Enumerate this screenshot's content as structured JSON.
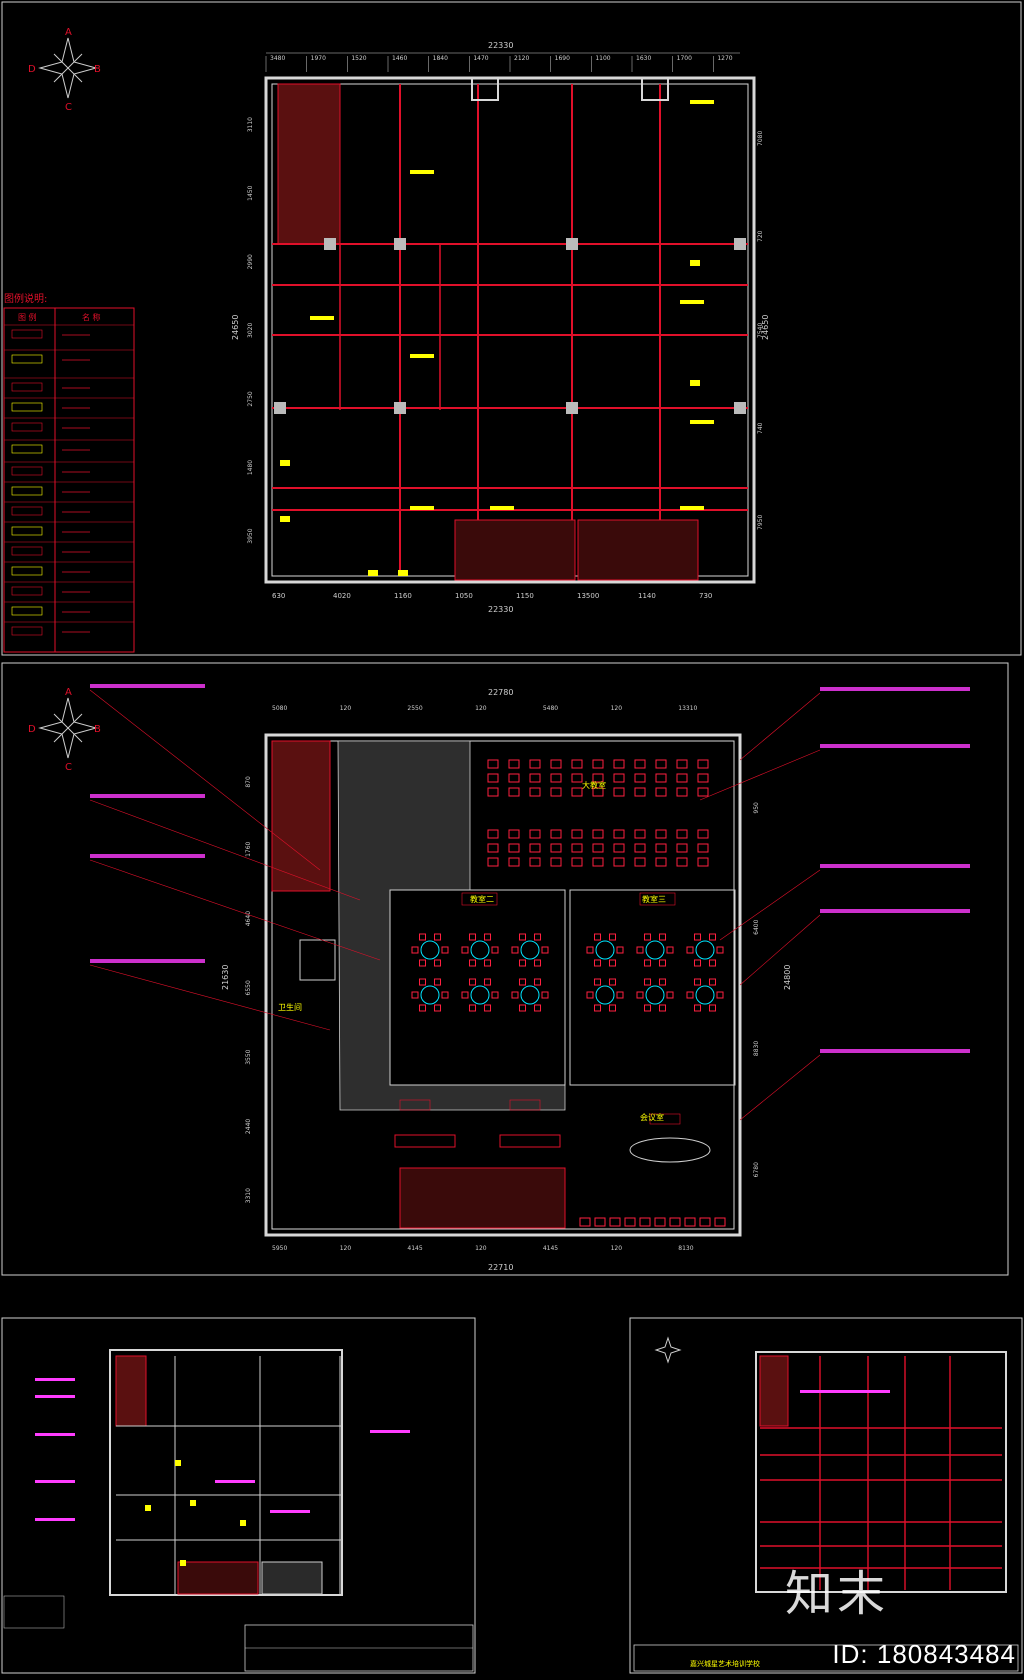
{
  "compass": {
    "a": "A",
    "b": "B",
    "c": "C",
    "d": "D"
  },
  "plan1": {
    "dims_top": [
      "3480",
      "1970",
      "1520",
      "1460",
      "1840",
      "1470",
      "2120",
      "1690",
      "1100",
      "1630",
      "1700",
      "1270"
    ],
    "total_top": "22330",
    "total_bottom": "22330",
    "dims_bottom": [
      "630",
      "4020",
      "1160",
      "1050",
      "1150",
      "13500",
      "1140",
      "730"
    ],
    "dims_left": [
      "3110",
      "1450",
      "2990",
      "3020",
      "2750",
      "1480",
      "3950"
    ],
    "total_left": "24650",
    "dims_right": [
      "7080",
      "720",
      "7540",
      "740",
      "7950"
    ],
    "total_right": "24650",
    "legend_title": "图例说明:",
    "legend_header": [
      "图 例",
      "名 称"
    ]
  },
  "plan2": {
    "dims_top": [
      "5080",
      "120",
      "2550",
      "120",
      "5480",
      "120",
      "13310"
    ],
    "total_top": "22780",
    "dims_bottom": [
      "5950",
      "120",
      "4145",
      "120",
      "4145",
      "120",
      "8130"
    ],
    "total_bottom": "22710",
    "dims_left": [
      "870",
      "1760",
      "4640",
      "6550",
      "3550",
      "2440",
      "3310"
    ],
    "total_left": "21630",
    "dims_right": [
      "950",
      "6400",
      "8830",
      "6780"
    ],
    "total_right": "24800",
    "room_labels": [
      "大教室",
      "教室二",
      "教室三",
      "会议室",
      "卫生间"
    ]
  },
  "plan4": {
    "title_text": "嘉兴城星艺术培训学校"
  },
  "watermark": {
    "id_text": "ID: 180843484",
    "logo_text": "知末"
  },
  "colors": {
    "wall": "#d8d8d8",
    "grid": "#e0102a",
    "text_yellow": "#ffff00",
    "text_magenta": "#ff3cff",
    "cyan": "#00e5ff"
  }
}
